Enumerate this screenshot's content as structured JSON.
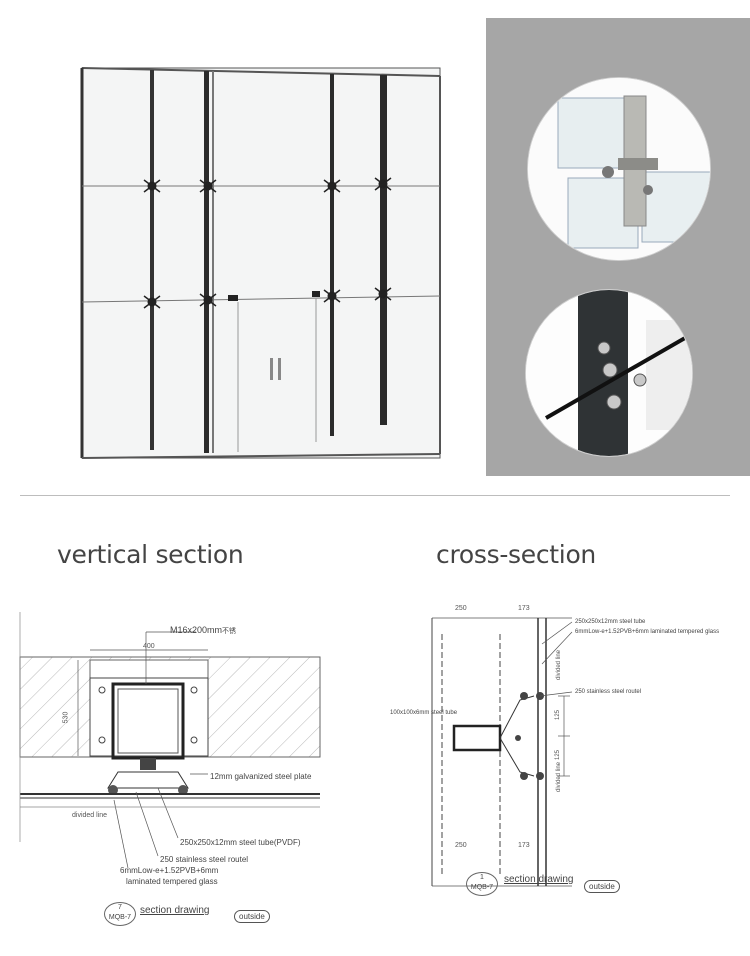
{
  "headings": {
    "vertical": "vertical section",
    "cross": "cross-section"
  },
  "vertical_drawing": {
    "bolt_label": "M16x200mm",
    "bolt_label_suffix": "不锈",
    "width_dim": "400",
    "depth_dim": "530",
    "plate_label": "12mm galvanized steel plate",
    "tube_label": "250x250x12mm steel tube(PVDF)",
    "routel_label": "250 stainless steel routel",
    "glass_label_1": "6mmLow-e+1.52PVB+6mm",
    "glass_label_2": "laminated tempered glass",
    "divided_line": "divided line",
    "caption_num": "7",
    "caption_ref": "MQB-7",
    "caption": "section drawing",
    "outside": "outside"
  },
  "cross_drawing": {
    "dim_top_left": "250",
    "dim_top_right": "173",
    "dim_bottom_left": "250",
    "dim_bottom_right": "173",
    "tube_label": "250x250x12mm steel tube",
    "glass_label": "6mmLow-e+1.52PVB+6mm laminated tempered glass",
    "routel_label": "250 stainless steel routel",
    "side_tube_label": "100x100x6mm steel tube",
    "dim_125a": "125",
    "dim_125b": "125",
    "divided_line_a": "divided line",
    "divided_line_b": "divided line",
    "caption_num": "1",
    "caption_ref": "MQB-7",
    "caption": "section drawing",
    "outside": "outside"
  }
}
